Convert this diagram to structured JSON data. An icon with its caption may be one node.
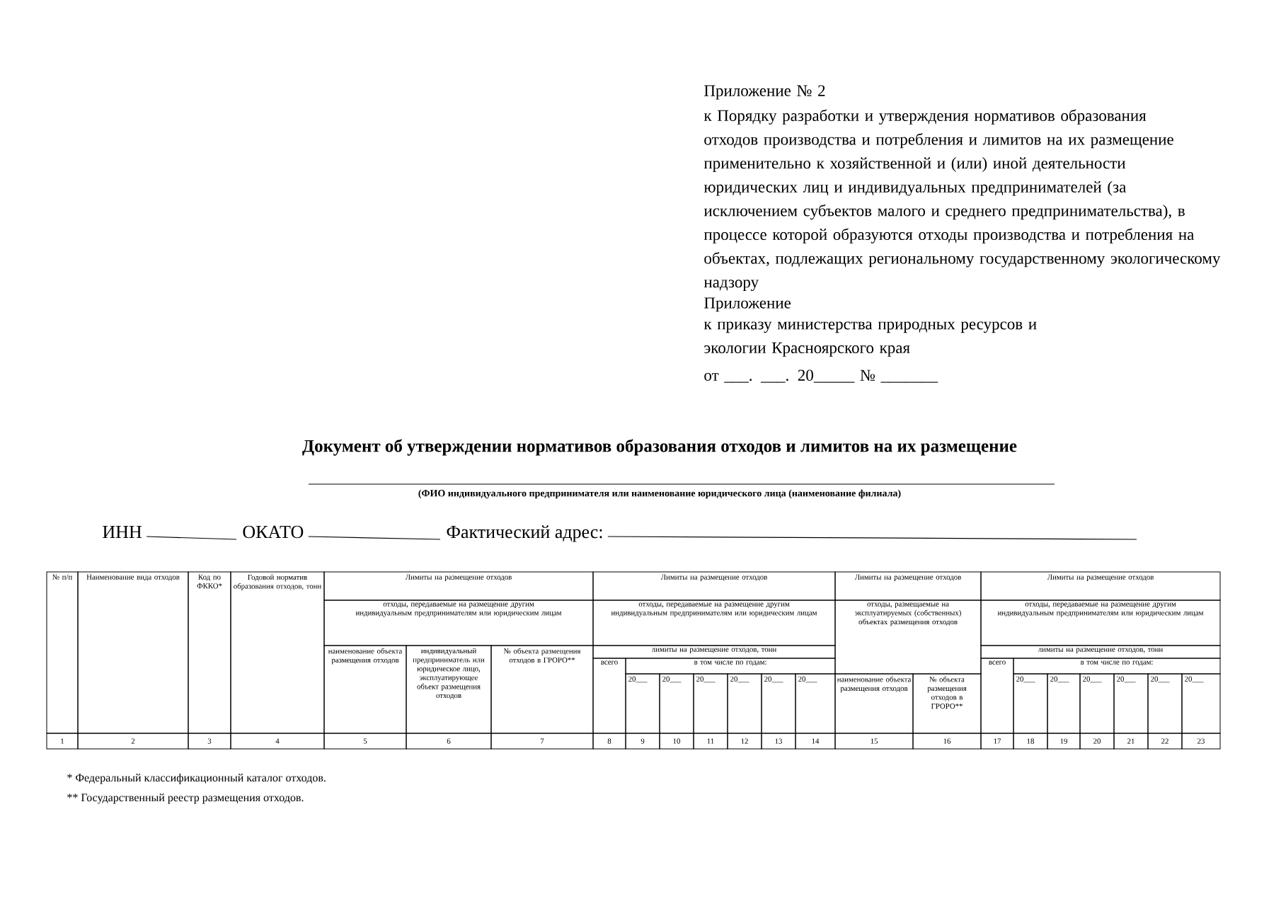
{
  "diagram": {
    "title": "Документ об утверждении нормативов образования отходов и лимитов на их размещение",
    "labels": [
      "Приложение № 2",
      "к Порядку разработки и утверждения нормативов образования отходов производства и потребления и лимитов на их размещение применительно к хозяйственной и (или) иной деятельности юридических лиц и индивидуальных предпринимателей (за исключением субъектов малого и среднего предпринимательства), в процессе которой образуются отходы производства и потребления на объектах, подлежащих региональному государственному экологическому надзору",
      "Приложение",
      "к приказу министерства природных ресурсов и экологии Красноярского края",
      "от ___. ___. 20_____ № _______",
      "(ФИО индивидуального предпринимателя или наименование юридического лица (наименование филиала)",
      "ИНН",
      "ОКАТО",
      "Фактический адрес:",
      "№ п/п",
      "Наименование вида отходов",
      "Код по ФККО*",
      "Годовой норматив образования отходов, тонн",
      "Лимиты на размещение отходов",
      "Лимиты на размещение отходов",
      "Лимиты на размещение отходов",
      "Лимиты на размещение отходов",
      "отходы, передаваемые на размещение другим индивидуальным предпринимателям или юридическим лицам",
      "отходы, передаваемые на размещение другим индивидуальным предпринимателям или юридическим лицам",
      "отходы, размещаемые на эксплуатируемых (собственных) объектах размещения отходов",
      "отходы, передаваемые на размещение другим индивидуальным предпринимателям или юридическим лицам",
      "наименование объекта размещения отходов",
      "индивидуальный предприниматель или юридическое лицо, эксплуатирующее объект размещения отходов",
      "№ объекта размещения отходов в ГРОРО**",
      "лимиты на размещение отходов, тонн",
      "лимиты на размещение отходов, тонн",
      "всего",
      "в том числе по годам:",
      "всего",
      "в том числе по годам:",
      "20___",
      "20___",
      "20___",
      "20___",
      "20___",
      "20___",
      "наименование объекта размещения отходов",
      "№ объекта размещения отходов в ГРОРО**",
      "20___",
      "20___",
      "20___",
      "20___",
      "20___",
      "20___",
      "1",
      "2",
      "3",
      "4",
      "5",
      "6",
      "7",
      "8",
      "9",
      "10",
      "11",
      "12",
      "13",
      "14",
      "15",
      "16",
      "17",
      "18",
      "19",
      "20",
      "21",
      "22",
      "23",
      "* Федеральный классификационный каталог отходов.",
      "** Государственный реестр размещения отходов."
    ]
  }
}
